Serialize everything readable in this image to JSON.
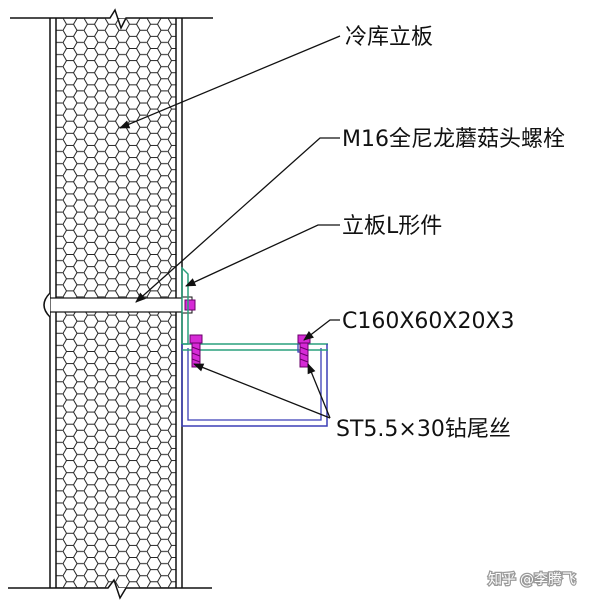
{
  "labels": {
    "panel": "冷库立板",
    "bolt": "M16全尼龙蘑菇头螺栓",
    "angle": "立板L形件",
    "channel": "C160X60X20X3",
    "screw": "ST5.5×30钻尾丝"
  },
  "watermark": {
    "platform": "知乎",
    "author": "@李腾飞"
  },
  "colors": {
    "line": "#111111",
    "channel_outline": "#3b3fb6",
    "channel_top": "#2aa17d",
    "fastener": "#d62ad6",
    "background": "#ffffff"
  }
}
